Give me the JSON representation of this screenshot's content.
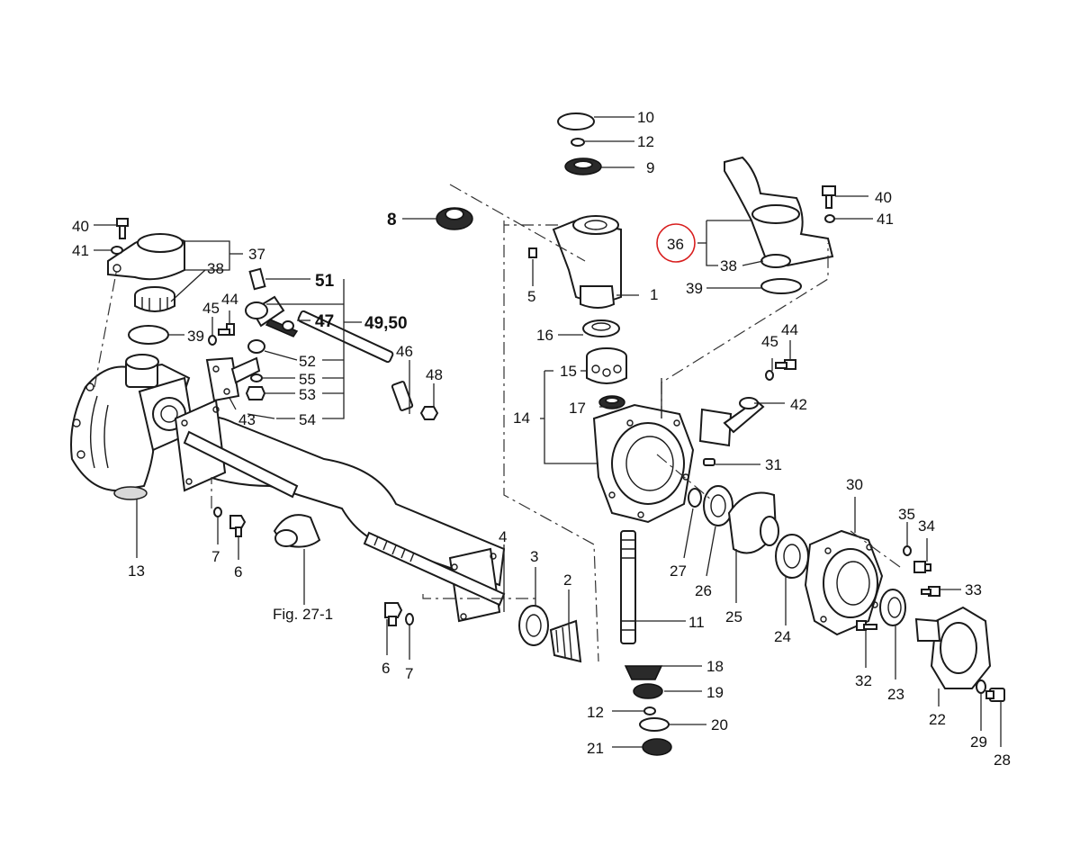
{
  "figure_caption": "Fig. 27-1",
  "highlight_color": "#d81e1e",
  "line_color": "#1a1a1a",
  "callouts": {
    "p1": "1",
    "p2": "2",
    "p3": "3",
    "p4": "4",
    "p5": "5",
    "p6a": "6",
    "p6b": "6",
    "p7a": "7",
    "p7b": "7",
    "p8": "8",
    "p9": "9",
    "p10": "10",
    "p11": "11",
    "p12a": "12",
    "p12b": "12",
    "p13": "13",
    "p14": "14",
    "p15": "15",
    "p16": "16",
    "p17": "17",
    "p18": "18",
    "p19": "19",
    "p20": "20",
    "p21": "21",
    "p22": "22",
    "p23": "23",
    "p24": "24",
    "p25": "25",
    "p26": "26",
    "p27": "27",
    "p28": "28",
    "p29": "29",
    "p30": "30",
    "p31": "31",
    "p32": "32",
    "p33": "33",
    "p34": "34",
    "p35": "35",
    "p36": "36",
    "p37": "37",
    "p38a": "38",
    "p38b": "38",
    "p39a": "39",
    "p39b": "39",
    "p40a": "40",
    "p40b": "40",
    "p41a": "41",
    "p41b": "41",
    "p42": "42",
    "p43": "43",
    "p44a": "44",
    "p44b": "44",
    "p45a": "45",
    "p45b": "45",
    "p46": "46",
    "p47": "47",
    "p48": "48",
    "p4950": "49,50",
    "p51": "51",
    "p52": "52",
    "p53": "53",
    "p54": "54",
    "p55": "55"
  }
}
